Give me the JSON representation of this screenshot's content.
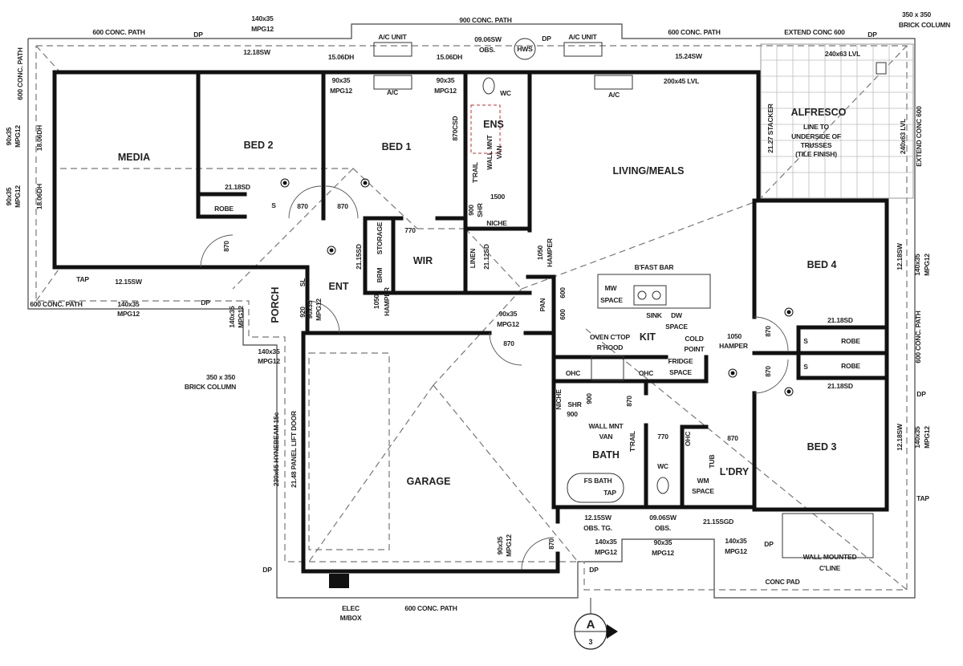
{
  "rooms": {
    "media": "MEDIA",
    "bed2": "BED 2",
    "bed1": "BED 1",
    "ens": "ENS",
    "living": "LIVING/MEALS",
    "alfresco": "ALFRESCO",
    "bed4": "BED 4",
    "bed3": "BED 3",
    "garage": "GARAGE",
    "kit": "KIT",
    "bath": "BATH",
    "ldry": "L'DRY",
    "wir": "WIR",
    "ent": "ENT",
    "porch": "PORCH"
  },
  "notes": [
    "600 CONC. PATH",
    "DP",
    "140x35",
    "MPG12",
    "900 CONC. PATH",
    "A/C UNIT",
    "09.06SW",
    "OBS.",
    "HWS",
    "DP",
    "A/C UNIT",
    "600 CONC. PATH",
    "EXTEND CONC 600",
    "DP",
    "350 x 350",
    "BRICK COLUMN",
    "12.18SW",
    "15.06DH",
    "15.06DH",
    "15.24SW",
    "240x63 LVL",
    "90x35",
    "MPG12",
    "A/C",
    "90x35",
    "MPG12",
    "WC",
    "A/C",
    "200x45 LVL",
    "600 CONC. PATH",
    "90x35",
    "MPG12",
    "18.06DH",
    "90x35",
    "MPG12",
    "18.06DH",
    "870CSD",
    "T'RAIL",
    "WALL MNT",
    "VAN",
    "21.27 STACKER",
    "LINE TO",
    "UNDERSIDE OF",
    "TRUSSES",
    "(TILE FINISH)",
    "240x63 LVL",
    "EXTEND CONC 600",
    "21.18SD",
    "ROBE",
    "S",
    "870",
    "870",
    "870",
    "1500",
    "900",
    "SHR",
    "NICHE",
    "770",
    "STORAGE",
    "BRM",
    "21.15SD",
    "LINEN",
    "21.12SD",
    "1050",
    "HAMPER",
    "TAP",
    "12.15SW",
    "600 CONC. PATH",
    "140x35",
    "MPG12",
    "DP",
    "140x35",
    "MPG12",
    "SL",
    "920",
    "90x35",
    "MPG12",
    "1050",
    "HAMPER",
    "140x35",
    "MPG12",
    "350 x 350",
    "BRICK COLUMN",
    "230x65 HYNEBEAM 15c",
    "21.48 PANEL LIFT DOOR",
    "DP",
    "ELEC",
    "M/BOX",
    "600 CONC. PATH",
    "B'FAST BAR",
    "MW",
    "SPACE",
    "SINK",
    "DW",
    "SPACE",
    "PAN",
    "600",
    "600",
    "90x35",
    "MPG12",
    "870",
    "OVEN C'TOP",
    "R'HOOD",
    "COLD",
    "POINT",
    "1050",
    "HAMPER",
    "OHC",
    "OHC",
    "FRIDGE",
    "SPACE",
    "870",
    "870",
    "21.18SD",
    "ROBE",
    "ROBE",
    "21.18SD",
    "NICHE",
    "SHR",
    "900",
    "900",
    "870",
    "WALL MNT",
    "VAN",
    "T'RAIL",
    "770",
    "OHC",
    "870",
    "TUB",
    "WC",
    "WM",
    "SPACE",
    "FS BATH",
    "TAP",
    "12.15SW",
    "OBS. TG.",
    "09.06SW",
    "OBS.",
    "21.15SGD",
    "140x35",
    "MPG12",
    "90x35",
    "MPG12",
    "140x35",
    "MPG12",
    "DP",
    "DP",
    "WALL MOUNTED",
    "C'LINE",
    "CONC PAD",
    "90x35",
    "MPG12",
    "870",
    "12.18SW",
    "140x35",
    "MPG12",
    "600 CONC. PATH",
    "DP",
    "12.18SW",
    "140x35",
    "MPG12",
    "TAP",
    "S",
    "S"
  ],
  "section_marker": {
    "letter": "A",
    "sheet": "3"
  },
  "colors": {
    "walls": "#111111",
    "ensuite_highlight": "#e02020"
  }
}
